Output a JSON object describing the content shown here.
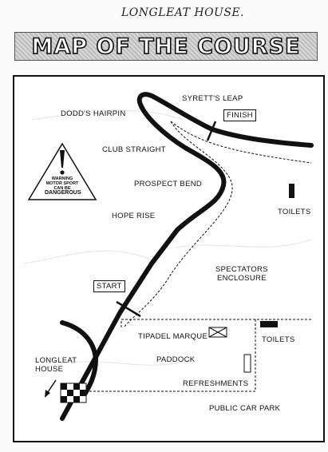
{
  "header": {
    "handwritten_note": "LONGLEAT HOUSE.",
    "title": "MAP OF THE COURSE"
  },
  "map": {
    "labels": {
      "dodds_hairpin": "DODD'S HAIRPIN",
      "syretts_leap": "SYRETT'S LEAP",
      "finish": "FINISH",
      "club_straight": "CLUB STRAIGHT",
      "prospect_bend": "PROSPECT BEND",
      "toilets_top": "TOILETS",
      "hope_rise": "HOPE RISE",
      "spectators_line1": "SPECTATORS",
      "spectators_line2": "ENCLOSURE",
      "start": "START",
      "tipadel_marque": "TIPADEL MARQUE",
      "toilets_bottom": "TOILETS",
      "paddock": "PADDOCK",
      "longleat_line1": "LONGLEAT",
      "longleat_line2": "HOUSE",
      "refreshments": "REFRESHMENTS",
      "public_car_park": "PUBLIC CAR PARK"
    },
    "warning_sign": {
      "line1": "WARNING",
      "line2": "MOTOR SPORT",
      "line3": "CAN BE",
      "line4": "DANGEROUS"
    }
  }
}
